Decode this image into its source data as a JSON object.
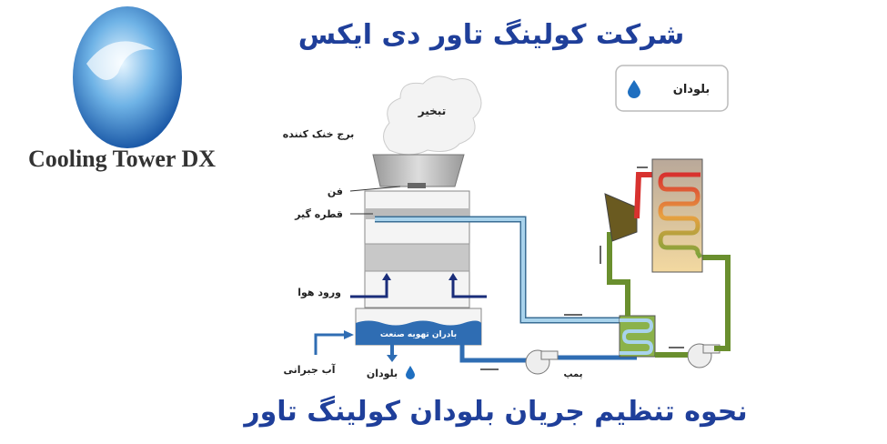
{
  "header": {
    "title": "شرکت کولینگ تاور دی ایکس"
  },
  "footer": {
    "title": "نحوه تنظیم جریان بلودان کولینگ تاور"
  },
  "logo": {
    "text": "Cooling Tower DX"
  },
  "legend": {
    "label": "بلودان",
    "icon": "water-drop-icon"
  },
  "labels": {
    "evaporation": "تبخیر",
    "cooling_tower": "برج خنک کننده",
    "fan": "فن",
    "drift_eliminator": "قطره گیر",
    "air_inlet": "ورود هوا",
    "makeup_water": "آب جبرانی",
    "blowdown": "بلودان",
    "basin": "بادران تهویه صنعت",
    "pump": "پمپ"
  },
  "colors": {
    "title": "#1f3f9a",
    "water_light": "#a9d3ec",
    "water_dark": "#2f6db3",
    "refrigerant_green": "#7aa33a",
    "refrigerant_red": "#d8322f"
  }
}
